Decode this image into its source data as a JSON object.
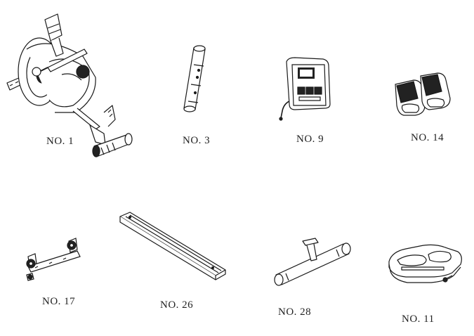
{
  "parts": [
    {
      "id": "part-1",
      "label": "NO. 1"
    },
    {
      "id": "part-3",
      "label": "NO. 3"
    },
    {
      "id": "part-9",
      "label": "NO. 9"
    },
    {
      "id": "part-14",
      "label": "NO. 14"
    },
    {
      "id": "part-17",
      "label": "NO. 17"
    },
    {
      "id": "part-26",
      "label": "NO. 26"
    },
    {
      "id": "part-28",
      "label": "NO. 28"
    },
    {
      "id": "part-11",
      "label": "NO. 11"
    }
  ],
  "colors": {
    "stroke": "#1a1a1a",
    "fill_dark": "#222222",
    "background": "#ffffff"
  }
}
